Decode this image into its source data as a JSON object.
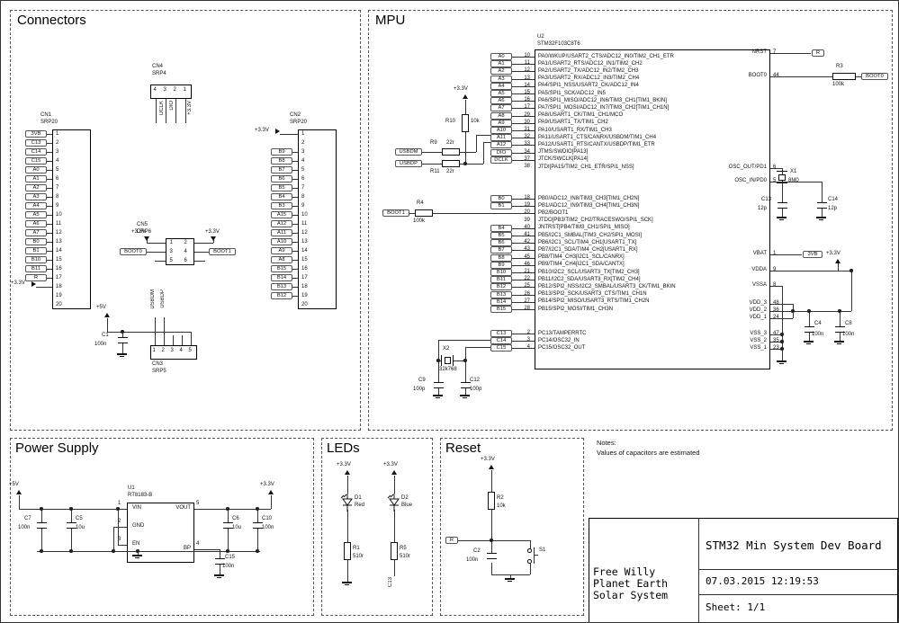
{
  "sections": {
    "connectors": "Connectors",
    "mpu": "MPU",
    "power": "Power Supply",
    "leds": "LEDs",
    "reset": "Reset"
  },
  "notes": {
    "heading": "Notes:",
    "body": "Values of capacitors are estimated"
  },
  "title_block": {
    "title": "STM32 Min System Dev Board",
    "date": "07.03.2015 12:19:53",
    "sheet": "Sheet: 1/1",
    "author_lines": [
      "Free Willy",
      "Planet Earth",
      "Solar System"
    ]
  },
  "mpu": {
    "ref": "U2",
    "part": "STM32F103C8T6",
    "left_groups": [
      [
        [
          "A0",
          "10",
          "PA0/WKUP/USART2_CTS/ADC12_IN0/TIM2_CH1_ETR"
        ],
        [
          "A1",
          "11",
          "PA1/USART2_RTS/ADC12_IN1/TIM2_CH2"
        ],
        [
          "A2",
          "12",
          "PA2/USART2_TX/ADC12_IN2/TIM2_CH3"
        ],
        [
          "A3",
          "13",
          "PA3/USART2_RX/ADC12_IN3/TIM2_CH4"
        ],
        [
          "A4",
          "14",
          "PA4/SPI1_NSS/USART2_CK/ADC12_IN4"
        ],
        [
          "A5",
          "15",
          "PA5/SPI1_SCK/ADC12_IN5"
        ],
        [
          "A6",
          "16",
          "PA6/SPI1_MISO/ADC12_IN6/TIM3_CH1[TIM1_BKIN]"
        ],
        [
          "A7",
          "17",
          "PA7/SPI1_MOSI/ADC12_IN7/TIM3_CH2[TIM1_CH1N]"
        ],
        [
          "A8",
          "29",
          "PA8/USART1_CK/TIM1_CH1/MCO"
        ],
        [
          "A9",
          "30",
          "PA9/USART1_TX/TIM1_CH2"
        ],
        [
          "A10",
          "31",
          "PA10/USART1_RX/TIM1_CH3"
        ],
        [
          "A11",
          "32",
          "PA11/USART1_CTS/CANRX/USBDM/TIM1_CH4"
        ],
        [
          "A12",
          "33",
          "PA12/USART1_RTS/CANTX/USBDP/TIM1_ETR"
        ],
        [
          "DIO",
          "34",
          "JTMS/SWDIO[PA13]"
        ],
        [
          "DCLK",
          "37",
          "JTCK/SWCLK[PA14]"
        ],
        [
          "",
          "38",
          "JTDI[PA15/TIM2_CH1_ETR/SPI1_NSS]"
        ]
      ],
      [
        [
          "B0",
          "18",
          "PB0/ADC12_IN8/TIM3_CH3[TIM1_CH2N]"
        ],
        [
          "B1",
          "19",
          "PB1/ADC12_IN9/TIM3_CH4[TIM1_CH3N]"
        ],
        [
          "",
          "20",
          "PB2/BOOT1"
        ],
        [
          "",
          "39",
          "JTDO[PB3/TIM2_CH2/TRACESWO/SPI1_SCK]"
        ],
        [
          "B4",
          "40",
          "JNTRST[PB4/TIM3_CH1/SPI1_MISO]"
        ],
        [
          "B5",
          "41",
          "PB5/I2C1_SMBAL[TIM3_CH2/SPI1_MOSI]"
        ],
        [
          "B6",
          "42",
          "PB6/I2C1_SCL/TIM4_CH1[USART1_TX]"
        ],
        [
          "B7",
          "43",
          "PB7/I2C1_SDA/TIM4_CH2[USART1_RX]"
        ],
        [
          "B8",
          "45",
          "PB8/TIM4_CH3[I2C1_SCL/CANRX]"
        ],
        [
          "B9",
          "46",
          "PB9/TIM4_CH4[I2C1_SDA/CANTX]"
        ],
        [
          "B10",
          "21",
          "PB10/I2C2_SCL/USART3_TX[TIM2_CH3]"
        ],
        [
          "B11",
          "22",
          "PB11/I2C2_SDA/USART3_RX[TIM2_CH4]"
        ],
        [
          "B12",
          "25",
          "PB12/SPI2_NSS/I2C2_SMBAL/USART3_CK/TIM1_BKIN"
        ],
        [
          "B13",
          "26",
          "PB13/SPI2_SCK/USART3_CTS/TIM1_CH1N"
        ],
        [
          "B14",
          "27",
          "PB14/SPI2_MISO/USART3_RTS/TIM1_CH2N"
        ],
        [
          "B15",
          "28",
          "PB15/SPI2_MOSI/TIM1_CH3N"
        ]
      ],
      [
        [
          "C13",
          "2",
          "PC13/TAMPERRTC"
        ],
        [
          "C14",
          "3",
          "PC14/OSC32_IN"
        ],
        [
          "C15",
          "4",
          "PC15/OSC32_OUT"
        ]
      ]
    ],
    "right_pins": [
      {
        "fn": "NRST",
        "num": "7"
      },
      {
        "fn": "BOOT0",
        "num": "44"
      },
      {
        "fn": "OSC_OUT/PD1",
        "num": "6"
      },
      {
        "fn": "OSC_IN/PD0",
        "num": "5"
      },
      {
        "fn": "VBAT",
        "num": "1"
      },
      {
        "fn": "VDDA",
        "num": "9"
      },
      {
        "fn": "VSSA",
        "num": "8"
      },
      {
        "fn": "VDD_3",
        "num": "48"
      },
      {
        "fn": "VDD_2",
        "num": "36"
      },
      {
        "fn": "VDD_1",
        "num": "24"
      },
      {
        "fn": "VSS_3",
        "num": "47"
      },
      {
        "fn": "VSS_2",
        "num": "35"
      },
      {
        "fn": "VSS_1",
        "num": "23"
      }
    ],
    "nets": {
      "r": "R",
      "boot0": "BOOT0",
      "boot1": "BOOT1",
      "usbdm": "USBDM",
      "usbdp": "USBDP",
      "v3b": "3VB"
    }
  },
  "connectors": {
    "cn1": {
      "ref": "CN1",
      "type": "SRP20",
      "rows": [
        {
          "n": "1",
          "label": "3VB"
        },
        {
          "n": "2",
          "label": "C13"
        },
        {
          "n": "3",
          "label": "C14"
        },
        {
          "n": "4",
          "label": "C15"
        },
        {
          "n": "5",
          "label": "A0"
        },
        {
          "n": "6",
          "label": "A1"
        },
        {
          "n": "7",
          "label": "A2"
        },
        {
          "n": "8",
          "label": "A3"
        },
        {
          "n": "9",
          "label": "A4"
        },
        {
          "n": "10",
          "label": "A5"
        },
        {
          "n": "11",
          "label": "A6"
        },
        {
          "n": "12",
          "label": "A7"
        },
        {
          "n": "13",
          "label": "B0"
        },
        {
          "n": "14",
          "label": "B1"
        },
        {
          "n": "15",
          "label": "B10"
        },
        {
          "n": "16",
          "label": "B11"
        },
        {
          "n": "17",
          "label": "R"
        },
        {
          "n": "18",
          "label": "+3.3V",
          "pwr": true
        },
        {
          "n": "19",
          "label": ""
        },
        {
          "n": "20",
          "label": ""
        }
      ]
    },
    "cn2": {
      "ref": "CN2",
      "type": "SRP20",
      "rows": [
        {
          "n": "1",
          "label": "+3.3V",
          "pwr": true
        },
        {
          "n": "2",
          "label": ""
        },
        {
          "n": "3",
          "label": "B9"
        },
        {
          "n": "4",
          "label": "B8"
        },
        {
          "n": "5",
          "label": "B7"
        },
        {
          "n": "6",
          "label": "B6"
        },
        {
          "n": "7",
          "label": "B5"
        },
        {
          "n": "8",
          "label": "B4"
        },
        {
          "n": "9",
          "label": "B3"
        },
        {
          "n": "10",
          "label": "A15"
        },
        {
          "n": "11",
          "label": "A12"
        },
        {
          "n": "12",
          "label": "A11"
        },
        {
          "n": "13",
          "label": "A10"
        },
        {
          "n": "14",
          "label": "A9"
        },
        {
          "n": "15",
          "label": "A8"
        },
        {
          "n": "16",
          "label": "B15"
        },
        {
          "n": "17",
          "label": "B14"
        },
        {
          "n": "18",
          "label": "B13"
        },
        {
          "n": "19",
          "label": "B12"
        },
        {
          "n": "20",
          "label": ""
        }
      ]
    },
    "cn4": {
      "ref": "CN4",
      "type": "SRP4",
      "numbers": [
        "4",
        "3",
        "2",
        "1"
      ],
      "labels": [
        "DCLK",
        "DIO",
        "+3.3V"
      ]
    },
    "cn5": {
      "ref": "CN5",
      "type": "DRP6",
      "numbers": [
        [
          "1",
          "2"
        ],
        [
          "3",
          "4"
        ],
        [
          "5",
          "6"
        ]
      ],
      "left_net": "BOOT0",
      "right_net": "BOOT1"
    },
    "cn3": {
      "ref": "CN3",
      "type": "SRP5",
      "numbers": [
        "1",
        "2",
        "3",
        "4",
        "5"
      ],
      "labels": [
        "USBDM",
        "USBDP"
      ]
    }
  },
  "power_supply": {
    "u1": {
      "ref": "U1",
      "part": "RT8183-B",
      "left_pins": [
        {
          "n": "1",
          "name": "VIN"
        },
        {
          "n": "2",
          "name": "GND"
        },
        {
          "n": "3",
          "name": "EN"
        }
      ],
      "right_pins": [
        {
          "n": "5",
          "name": "VOUT"
        },
        {
          "n": "4",
          "name": "BP"
        }
      ]
    }
  },
  "leds_section": {
    "net": "C13"
  },
  "reset_section": {
    "net": "R",
    "s1": "S1"
  },
  "components": {
    "c1": {
      "ref": "C1",
      "value": "100n"
    },
    "r3": {
      "ref": "R3",
      "value": "100k"
    },
    "r4": {
      "ref": "R4",
      "value": "100k"
    },
    "r9": {
      "ref": "R9",
      "value": "22r"
    },
    "r10": {
      "ref": "R10",
      "value": "10k"
    },
    "r11": {
      "ref": "R11",
      "value": "22r"
    },
    "x1": {
      "ref": "X1",
      "value": "8M0"
    },
    "x2": {
      "ref": "X2",
      "value": "32k768"
    },
    "c13": {
      "ref": "C13",
      "value": "12p"
    },
    "c14": {
      "ref": "C14",
      "value": "12p"
    },
    "c9": {
      "ref": "C9",
      "value": "100p"
    },
    "c12": {
      "ref": "C12",
      "value": "100p"
    },
    "c4": {
      "ref": "C4",
      "value": "100n"
    },
    "c8": {
      "ref": "C8",
      "value": "100n"
    },
    "c7": {
      "ref": "C7",
      "value": "100n"
    },
    "c5": {
      "ref": "C5",
      "value": "10u"
    },
    "c6": {
      "ref": "C6",
      "value": "10u"
    },
    "c10": {
      "ref": "C10",
      "value": "100n"
    },
    "c15": {
      "ref": "C15",
      "value": "100n"
    },
    "c2": {
      "ref": "C2",
      "value": "100n"
    },
    "r1": {
      "ref": "R1",
      "value": "510r"
    },
    "r5": {
      "ref": "R5",
      "value": "510r"
    },
    "r2": {
      "ref": "R2",
      "value": "10k"
    },
    "d1": {
      "ref": "D1",
      "value": "Red"
    },
    "d2": {
      "ref": "D2",
      "value": "Blue"
    }
  },
  "power_nets": {
    "v33": "+3.3V",
    "v5": "+5V",
    "v3b": "3VB"
  }
}
